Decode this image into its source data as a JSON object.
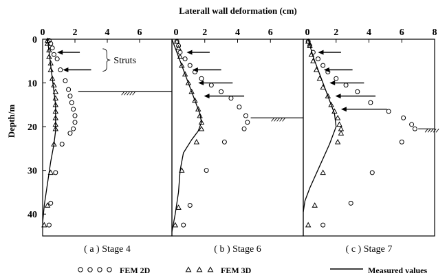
{
  "figure": {
    "x_title": "Laterall wall deformation (cm)",
    "y_title": "Depth/m",
    "annotation_struts": "Struts"
  },
  "legend": [
    {
      "label": "FEM 2D",
      "marker": "circle"
    },
    {
      "label": "FEM 3D",
      "marker": "triangle"
    },
    {
      "label": "Measured values",
      "marker": "line"
    }
  ],
  "colors": {
    "ink": "#000000",
    "background": "#ffffff"
  },
  "chart_data": [
    {
      "type": "line",
      "caption": "( a ) Stage 4",
      "xlim": [
        0,
        8
      ],
      "ylim": [
        0,
        45
      ],
      "y_inverted": true,
      "x_ticks": [
        0,
        2,
        4,
        6
      ],
      "y_ticks": [
        0,
        10,
        20,
        30,
        40
      ],
      "excavation_depth": 12,
      "strut_depths": [
        3,
        7
      ],
      "series": [
        {
          "name": "FEM 2D",
          "x": [
            0.4,
            0.5,
            0.6,
            0.7,
            0.9,
            1.1,
            1.4,
            1.6,
            1.7,
            1.8,
            1.9,
            2.0,
            2.0,
            1.9,
            1.7,
            1.2,
            0.8,
            0.5,
            0.4
          ],
          "y": [
            0.3,
            1.0,
            2.0,
            3.5,
            4.5,
            7.0,
            9.5,
            11.5,
            13.0,
            14.5,
            16.0,
            17.5,
            19.0,
            20.5,
            21.5,
            24.0,
            30.5,
            37.5,
            42.5
          ]
        },
        {
          "name": "FEM 3D",
          "x": [
            0.3,
            0.3,
            0.4,
            0.4,
            0.5,
            0.5,
            0.6,
            0.7,
            0.8,
            0.8,
            0.8,
            0.8,
            0.8,
            0.8,
            0.8,
            0.7,
            0.5,
            0.3,
            0.1
          ],
          "y": [
            0.3,
            1.0,
            2.5,
            4.0,
            5.5,
            7.0,
            9.0,
            10.5,
            12.0,
            13.5,
            15.0,
            16.5,
            18.0,
            19.5,
            20.5,
            24.0,
            30.5,
            38.0,
            42.5
          ]
        },
        {
          "name": "Measured values",
          "x": [
            0.3,
            0.4,
            0.5,
            0.6,
            0.7,
            0.8,
            0.8,
            0.8,
            0.7,
            0.5,
            0.3,
            0.1,
            0.0
          ],
          "y": [
            0.0,
            3.0,
            6.0,
            9.0,
            12.0,
            15.0,
            18.0,
            21.0,
            24.0,
            28.0,
            33.0,
            38.0,
            42.0
          ]
        }
      ]
    },
    {
      "type": "line",
      "caption": "( b ) Stage 6",
      "xlim": [
        0,
        8
      ],
      "ylim": [
        0,
        45
      ],
      "y_inverted": true,
      "x_ticks": [
        0,
        2,
        4,
        6
      ],
      "y_ticks": [
        0,
        10,
        20,
        30,
        40
      ],
      "excavation_depth": 18,
      "strut_depths": [
        3,
        7,
        10,
        13
      ],
      "series": [
        {
          "name": "FEM 2D",
          "x": [
            0.3,
            0.4,
            0.5,
            0.8,
            1.1,
            1.4,
            1.8,
            2.4,
            3.0,
            3.6,
            4.1,
            4.5,
            4.6,
            4.4,
            3.2,
            2.1,
            1.1,
            0.7
          ],
          "y": [
            0.5,
            1.5,
            3.0,
            4.5,
            6.0,
            7.5,
            9.0,
            10.5,
            12.0,
            13.5,
            15.5,
            17.5,
            19.0,
            20.5,
            23.5,
            30.0,
            38.0,
            42.5
          ]
        },
        {
          "name": "FEM 3D",
          "x": [
            0.3,
            0.4,
            0.5,
            0.6,
            0.8,
            1.0,
            1.2,
            1.4,
            1.6,
            1.7,
            1.8,
            1.8,
            1.5,
            0.6,
            0.4,
            0.2
          ],
          "y": [
            0.5,
            2.0,
            4.0,
            6.0,
            8.0,
            10.0,
            12.0,
            14.0,
            16.0,
            17.5,
            19.0,
            20.5,
            23.5,
            30.0,
            38.5,
            42.5
          ]
        },
        {
          "name": "Measured values",
          "x": [
            0.0,
            0.3,
            0.6,
            1.0,
            1.4,
            1.7,
            1.8,
            1.6,
            1.2,
            0.7,
            0.5,
            0.4,
            0.2,
            0.0
          ],
          "y": [
            0.0,
            3.0,
            6.0,
            10.0,
            14.0,
            17.0,
            19.0,
            21.0,
            23.0,
            26.0,
            30.0,
            35.0,
            40.0,
            44.0
          ]
        }
      ]
    },
    {
      "type": "line",
      "caption": "( c ) Stage 7",
      "xlim": [
        0,
        8
      ],
      "ylim": [
        0,
        45
      ],
      "y_inverted": true,
      "x_ticks": [
        0,
        2,
        4,
        6,
        8
      ],
      "y_ticks": [
        0,
        10,
        20,
        30,
        40
      ],
      "excavation_depth": 20.5,
      "strut_depths": [
        3,
        7,
        10,
        13,
        16
      ],
      "series": [
        {
          "name": "FEM 2D",
          "x": [
            0.3,
            0.4,
            0.6,
            0.9,
            1.2,
            1.5,
            2.0,
            2.6,
            3.3,
            4.1,
            5.2,
            6.1,
            6.6,
            6.8,
            6.0,
            4.2,
            2.9,
            1.2
          ],
          "y": [
            0.5,
            1.5,
            3.0,
            4.5,
            6.0,
            7.5,
            9.0,
            10.5,
            12.0,
            14.5,
            16.5,
            18.0,
            19.5,
            20.5,
            23.5,
            30.5,
            37.5,
            42.5
          ]
        },
        {
          "name": "FEM 3D",
          "x": [
            0.3,
            0.4,
            0.5,
            0.6,
            0.8,
            1.0,
            1.2,
            1.5,
            1.7,
            1.9,
            2.1,
            2.2,
            2.3,
            2.3,
            2.1,
            1.2,
            0.7,
            0.3
          ],
          "y": [
            0.5,
            1.5,
            3.5,
            5.0,
            7.0,
            9.0,
            11.0,
            13.0,
            15.0,
            16.5,
            18.0,
            19.5,
            20.5,
            21.5,
            23.5,
            30.5,
            38.0,
            42.5
          ]
        },
        {
          "name": "Measured values",
          "x": [
            0.3,
            0.6,
            1.0,
            1.5,
            1.9,
            2.0,
            1.6,
            1.0,
            0.4,
            0.1,
            0.0
          ],
          "y": [
            0.0,
            4.0,
            8.0,
            13.0,
            17.0,
            20.0,
            24.0,
            29.0,
            34.0,
            37.0,
            39.5
          ]
        }
      ]
    }
  ]
}
